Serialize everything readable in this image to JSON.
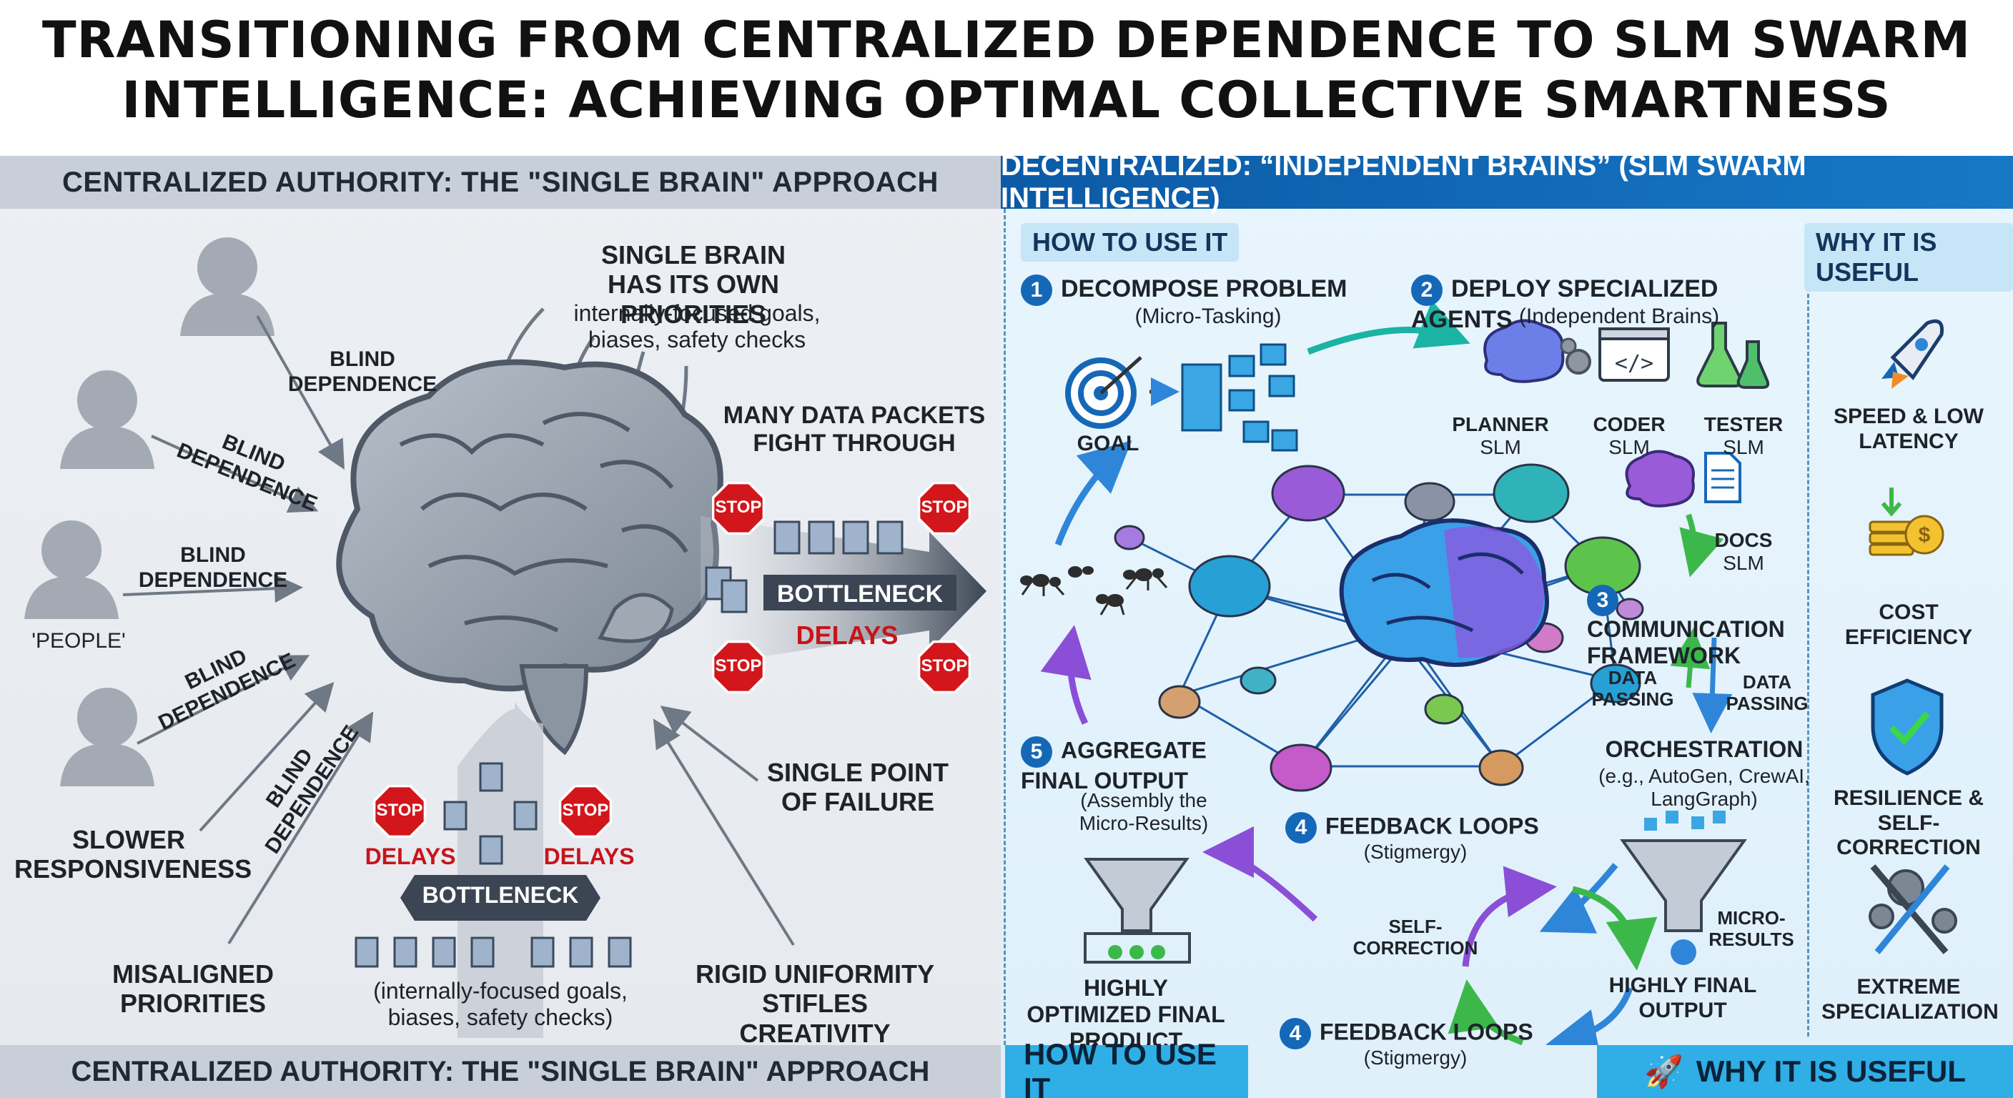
{
  "title": {
    "line1": "TRANSITIONING FROM CENTRALIZED DEPENDENCE TO SLM SWARM",
    "line2": "INTELLIGENCE: ACHIEVING OPTIMAL COLLECTIVE SMARTNESS"
  },
  "left": {
    "header": "CENTRALIZED AUTHORITY: THE \"SINGLE BRAIN\" APPROACH",
    "footer": "CENTRALIZED AUTHORITY: THE \"SINGLE BRAIN\" APPROACH",
    "people_label": "'PEOPLE'",
    "blind1": "BLIND DEPENDENCE",
    "blind2": "BLIND DEPENDENCE",
    "blind3": "BLIND DEPENDENCE",
    "blind4": "BLIND DEPENDENCE",
    "blind5": "BLIND DEPENDENCE",
    "priorities_title": "SINGLE BRAIN HAS ITS OWN PRIORITIES",
    "priorities_sub": "internally-focused goals, biases, safety checks",
    "packets_title": "MANY DATA PACKETS FIGHT THROUGH",
    "stop": "STOP",
    "bottleneck": "BOTTLENECK",
    "delays": "DELAYS",
    "spof": "SINGLE POINT OF FAILURE",
    "slower": "SLOWER RESPONSIVENESS",
    "misaligned": "MISALIGNED PRIORITIES",
    "rigid": "RIGID UNIFORMITY STIFLES CREATIVITY",
    "bottom_sub": "(internally-focused goals, biases, safety checks)"
  },
  "right": {
    "header": "DECENTRALIZED: “INDEPENDENT BRAINS” (SLM SWARM INTELLIGENCE)",
    "how_tag": "HOW TO USE IT",
    "why_tag": "WHY IT IS USEFUL",
    "step1_num": "1",
    "step1_title": "DECOMPOSE PROBLEM",
    "step1_sub": "(Micro-Tasking)",
    "goal": "GOAL",
    "step2_num": "2",
    "step2_title": "DEPLOY SPECIALIZED AGENTS",
    "step2_sub": "(Independent Brains)",
    "agent_planner": "PLANNER",
    "agent_coder": "CODER",
    "agent_tester": "TESTER",
    "agent_docs": "DOCS",
    "slm": "SLM",
    "step3_num": "3",
    "step3_title": "COMMUNICATION FRAMEWORK",
    "data_passing": "DATA PASSING",
    "orchestration": "ORCHESTRATION",
    "orchestration_sub": "(e.g., AutoGen, CrewAI, LangGraph)",
    "micro_results": "MICRO-RESULTS",
    "highly_final": "HIGHLY FINAL OUTPUT",
    "step4_num": "4",
    "step4_title": "FEEDBACK LOOPS",
    "step4_sub": "(Stigmergy)",
    "self_correction": "SELF-CORRECTION",
    "step5_num": "5",
    "step5_title": "AGGREGATE FINAL OUTPUT",
    "step5_sub": "(Assembly the Micro-Results)",
    "optimized": "HIGHLY OPTIMIZED FINAL PRODUCT",
    "why1": "SPEED & LOW LATENCY",
    "why2": "COST EFFICIENCY",
    "why3": "RESILIENCE & SELF-CORRECTION",
    "why4": "EXTREME SPECIALIZATION",
    "footer_how": "HOW TO USE IT",
    "footer_why": "WHY IT IS USEFUL",
    "code_glyph": "</>"
  },
  "colors": {
    "stop_red": "#d2161c",
    "brain_gray": "#8f98a6",
    "right_accent": "#1568b8",
    "arrow_teal": "#1bb3a3",
    "arrow_purple": "#8a4fd6",
    "arrow_blue": "#2f86d8",
    "arrow_green": "#3cb84a"
  }
}
